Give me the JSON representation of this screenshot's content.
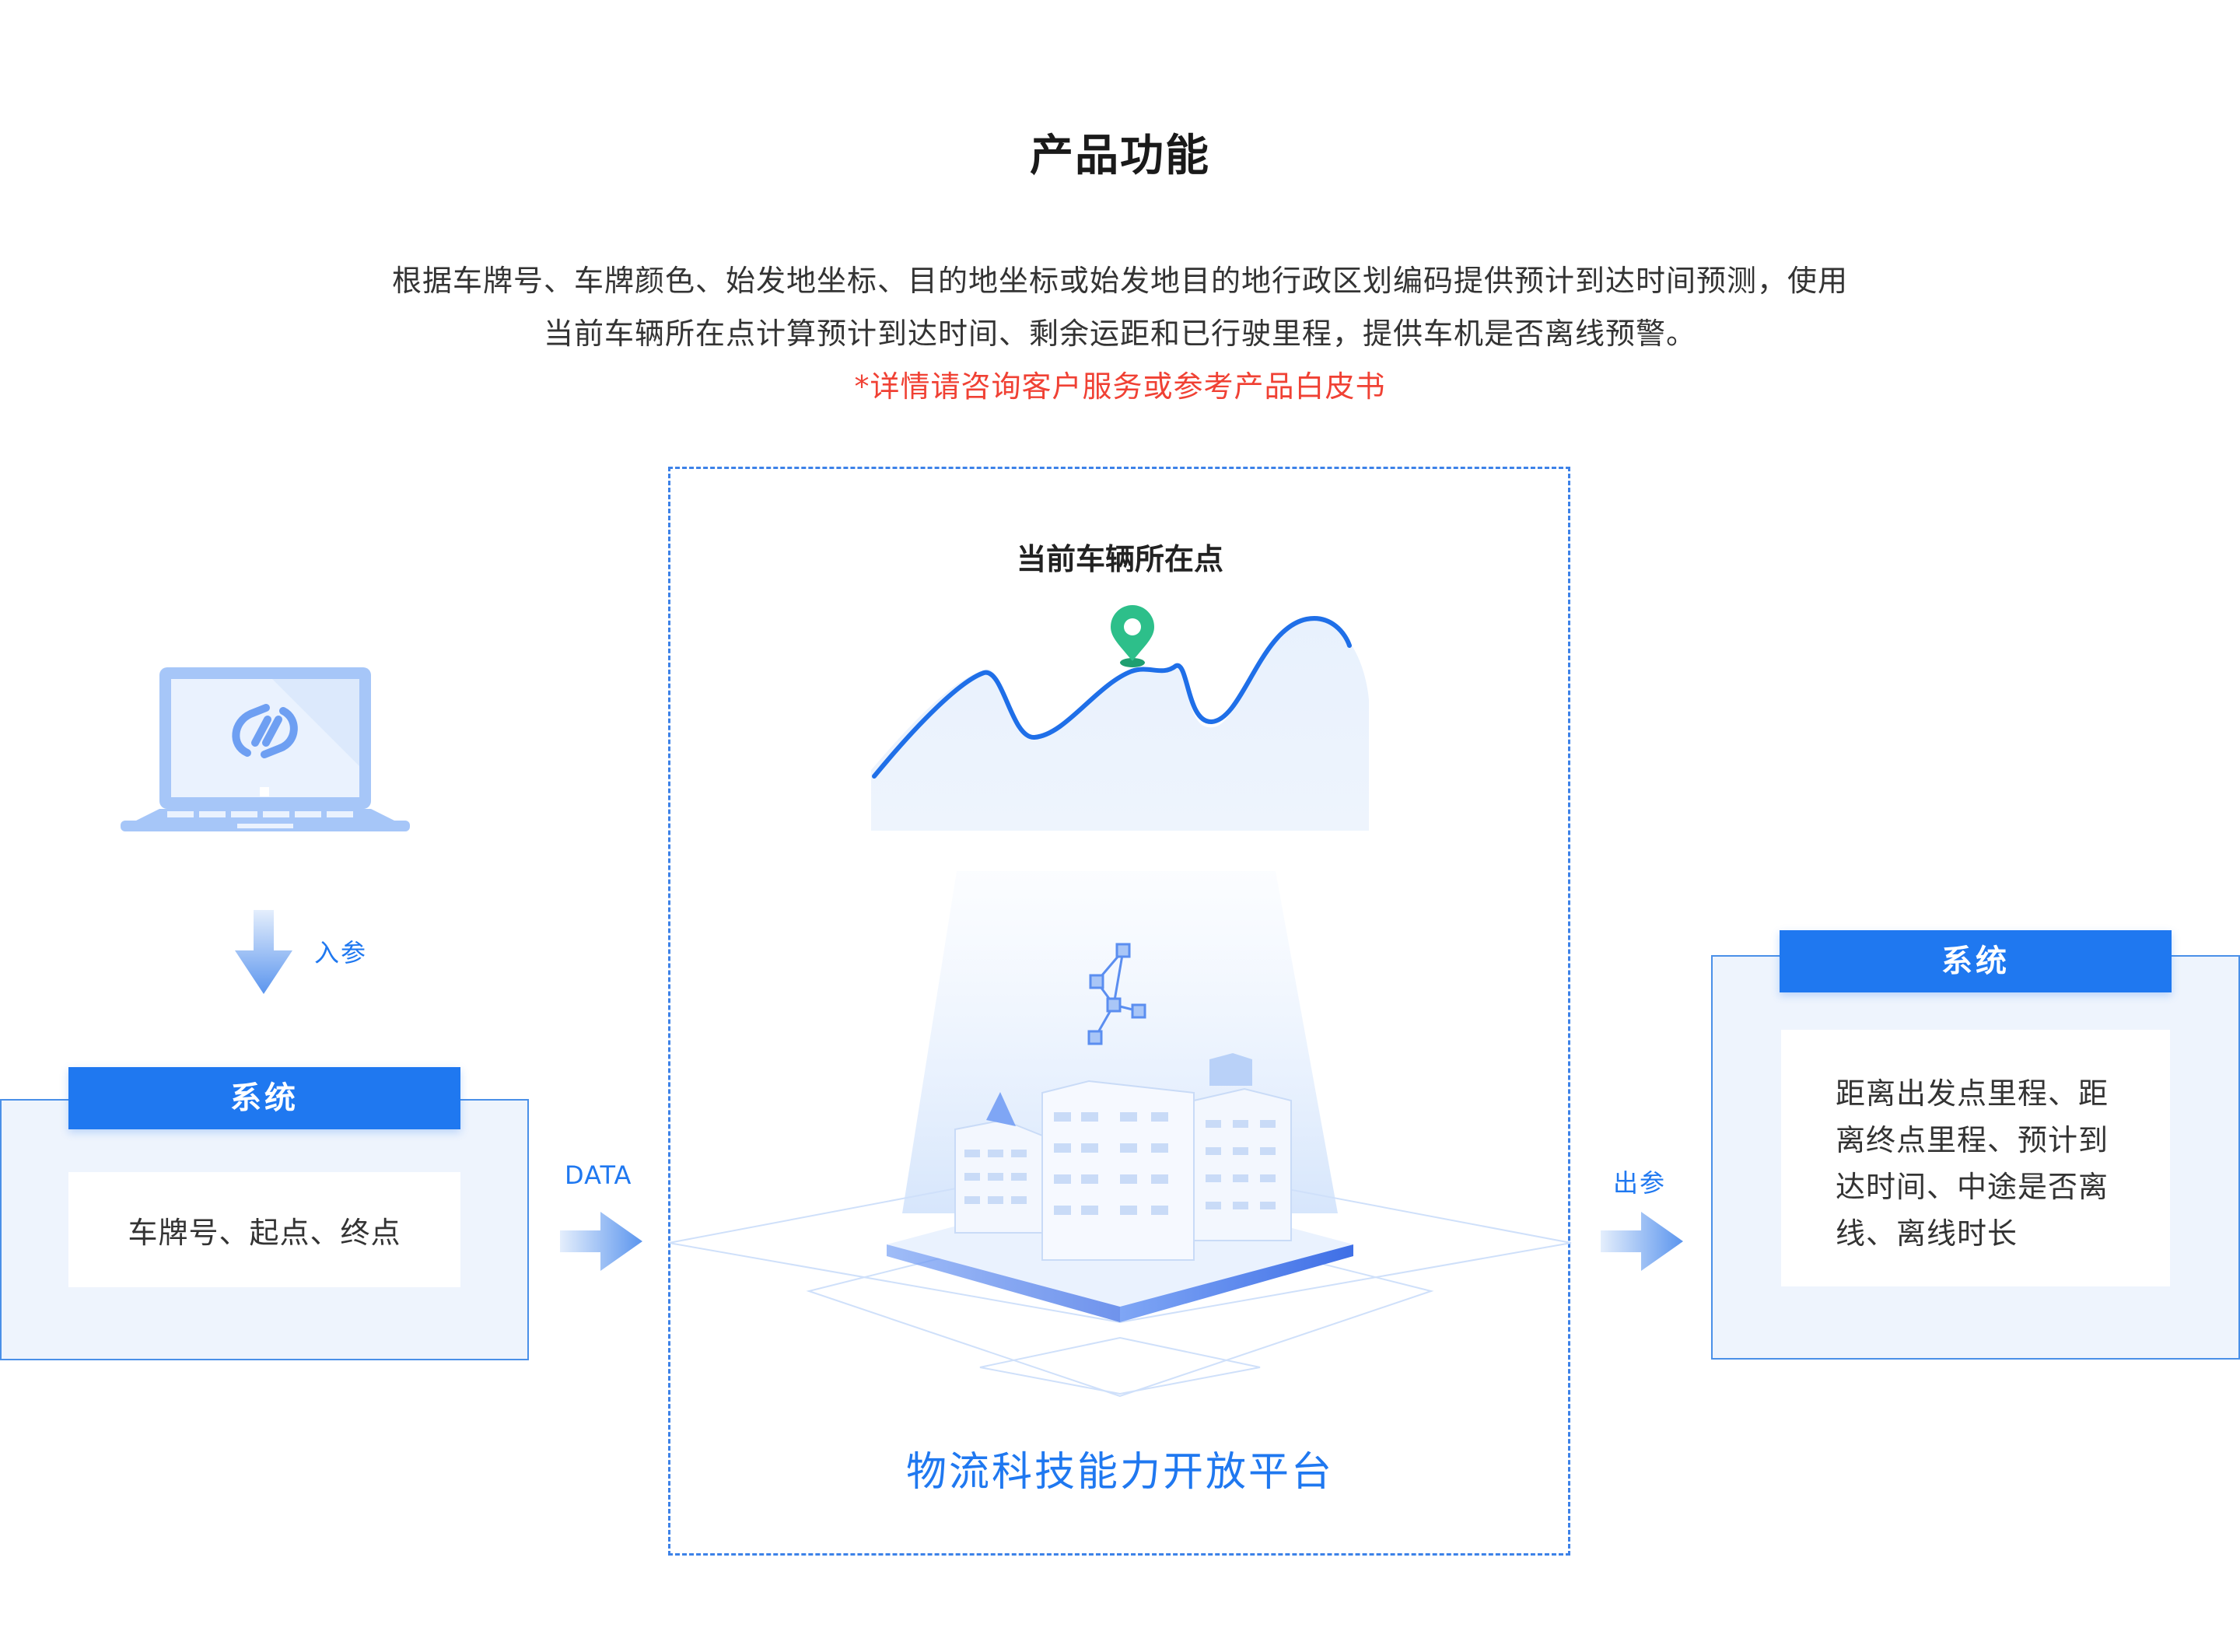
{
  "header": {
    "title": "产品功能",
    "description_line1": "根据车牌号、车牌颜色、始发地坐标、目的地坐标或始发地目的地行政区划编码提供预计到达时间预测，使用",
    "description_line2": "当前车辆所在点计算预计到达时间、剩余运距和已行驶里程，提供车机是否离线预警。",
    "note": "*详情请咨询客户服务或参考产品白皮书"
  },
  "colors": {
    "accent": "#1f78f0",
    "panel_bg": "#eef4fd",
    "panel_border": "#4a90e8",
    "note_red": "#f04134",
    "pin_green": "#2dbf8a"
  },
  "left": {
    "input_label": "入参",
    "system_title": "系统",
    "content": "车牌号、起点、终点",
    "icons": [
      "laptop-icon",
      "arrow-down-icon"
    ]
  },
  "middle": {
    "data_label": "DATA",
    "location_label": "当前车辆所在点",
    "platform_name": "物流科技能力开放平台",
    "icons": [
      "location-pin-icon",
      "network-nodes-icon",
      "isometric-buildings-icon",
      "arrow-right-icon"
    ]
  },
  "right": {
    "output_label": "出参",
    "system_title": "系统",
    "content_lines": [
      "距离出发点里程、距",
      "离终点里程、预计到",
      "达时间、中途是否离",
      "线、离线时长"
    ]
  }
}
